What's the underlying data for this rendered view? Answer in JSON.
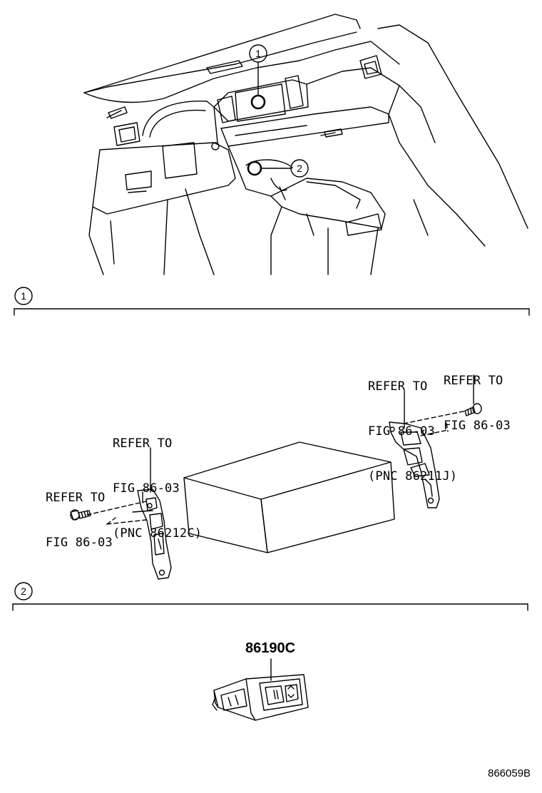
{
  "callouts": {
    "one": "1",
    "two": "2"
  },
  "section1": {
    "number": "1",
    "left_bolt_ref": [
      "REFER TO",
      "FIG 86-03"
    ],
    "left_bracket_ref": [
      "REFER TO",
      "FIG 86-03",
      "(PNC 86212C)"
    ],
    "right_bracket_ref": [
      "REFER TO",
      "FIG 86-03",
      "(PNC 86211J)"
    ],
    "right_bolt_ref": [
      "REFER TO",
      "FIG 86-03"
    ]
  },
  "section2": {
    "number": "2",
    "part_number": "86190C"
  },
  "figure_code": "866059B"
}
